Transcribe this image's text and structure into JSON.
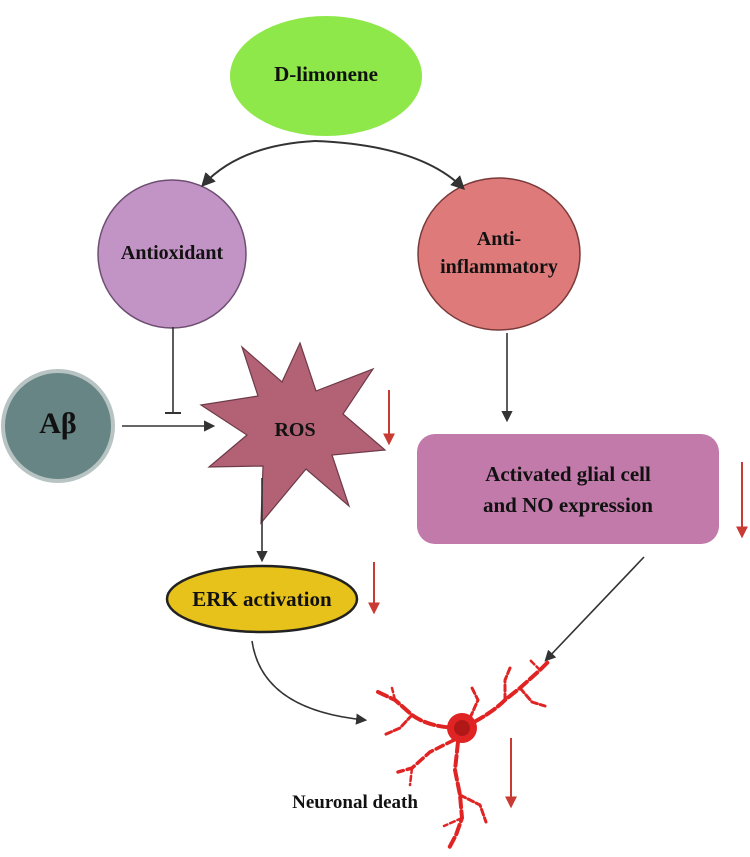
{
  "nodes": {
    "d_limonene": "D-limonene",
    "antioxidant": "Antioxidant",
    "anti_inflammatory_line1": "Anti-",
    "anti_inflammatory_line2": "inflammatory",
    "abeta": "Aβ",
    "ros": "ROS",
    "glial_line1": "Activated glial cell",
    "glial_line2": "and NO expression",
    "erk": "ERK activation",
    "neuronal_death": "Neuronal death"
  },
  "colors": {
    "d_limonene": "#8ee84a",
    "antioxidant": "#c293c5",
    "anti_inflammatory": "#df7a7a",
    "abeta": "#678584",
    "ros": "#b36276",
    "glial": "#c17aa9",
    "erk": "#e6c21a",
    "neuron": "#e02424",
    "decrease_arrow": "#c83a32",
    "connector": "#333333"
  }
}
